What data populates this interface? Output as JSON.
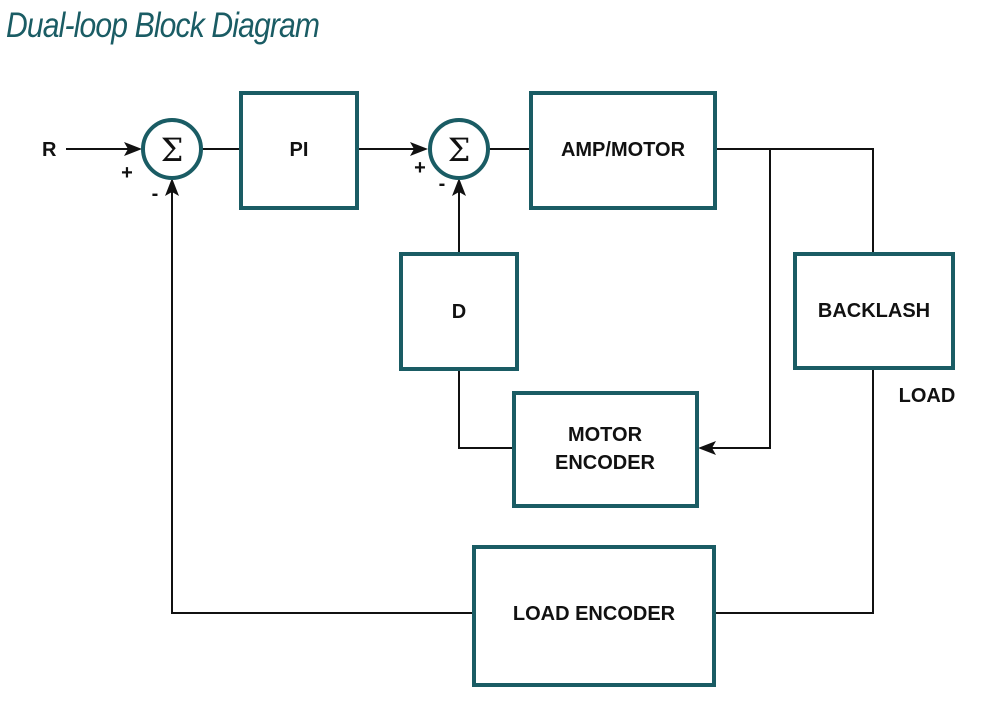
{
  "title": "Dual-loop Block Diagram",
  "colors": {
    "accent": "#1a5c64",
    "line": "#111111"
  },
  "input_label": "R",
  "summing_junctions": [
    {
      "id": "sum1",
      "symbol": "Σ",
      "plus": "+",
      "minus": "-"
    },
    {
      "id": "sum2",
      "symbol": "Σ",
      "plus": "+",
      "minus": "-"
    }
  ],
  "blocks": {
    "pi": "PI",
    "amp_motor": "AMP/MOTOR",
    "d": "D",
    "backlash": "BACKLASH",
    "motor_encoder": [
      "MOTOR",
      "ENCODER"
    ],
    "load_encoder": "LOAD ENCODER"
  },
  "load_label": "LOAD"
}
